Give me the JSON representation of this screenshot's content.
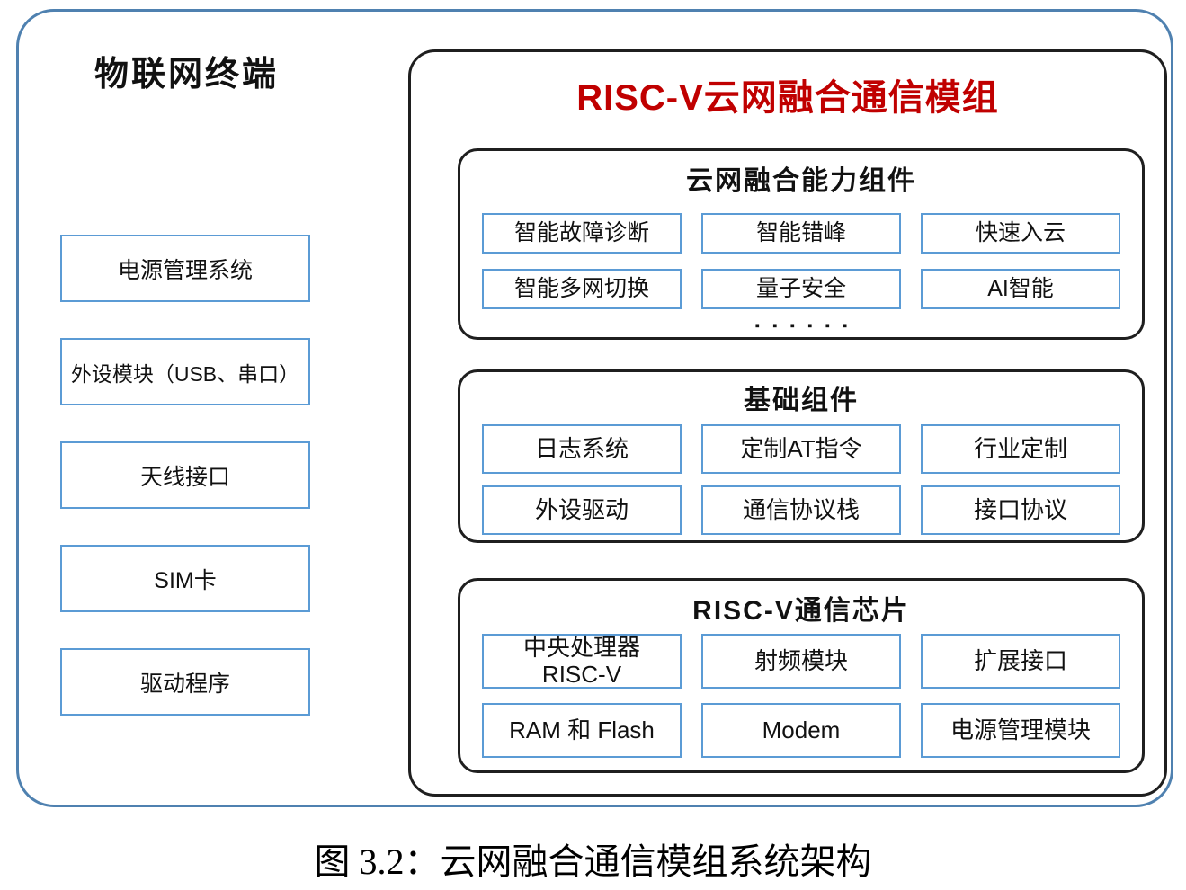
{
  "colors": {
    "outer_border": "#4F81B0",
    "item_border": "#5B9BD5",
    "dark_border": "#1F1F1F",
    "module_title_red": "#C00000"
  },
  "left_panel": {
    "title": "物联网终端",
    "items": [
      "电源管理系统",
      "外设模块（USB、串口）",
      "天线接口",
      "SIM卡",
      "驱动程序"
    ]
  },
  "module": {
    "title": "RISC-V云网融合通信模组",
    "sections": [
      {
        "title": "云网融合能力组件",
        "items": [
          "智能故障诊断",
          "智能错峰",
          "快速入云",
          "智能多网切换",
          "量子安全",
          "AI智能"
        ],
        "ellipsis": "▪ ▪ ▪ ▪ ▪ ▪"
      },
      {
        "title": "基础组件",
        "items": [
          "日志系统",
          "定制AT指令",
          "行业定制",
          "外设驱动",
          "通信协议栈",
          "接口协议"
        ]
      },
      {
        "title": "RISC-V通信芯片",
        "items": [
          "中央处理器\nRISC-V",
          "射频模块",
          "扩展接口",
          "RAM 和 Flash",
          "Modem",
          "电源管理模块"
        ]
      }
    ]
  },
  "caption": "图 3.2：云网融合通信模组系统架构"
}
